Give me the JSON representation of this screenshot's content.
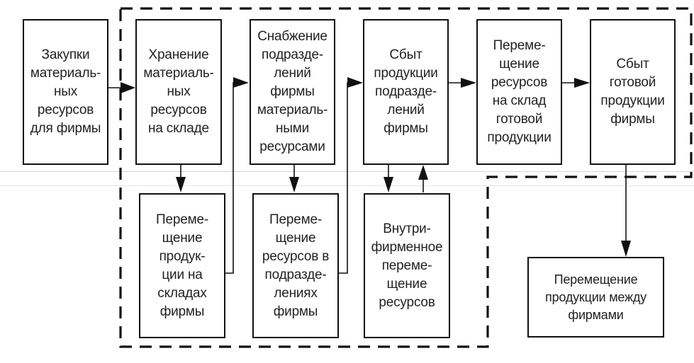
{
  "diagram": {
    "type": "flowchart",
    "top_row": [
      {
        "id": "b1",
        "label": "Закупки\nматериаль-\nных\nресурсов\nдля фирмы"
      },
      {
        "id": "b2",
        "label": "Хранение\nматериаль-\nных\nресурсов\nна складе"
      },
      {
        "id": "b3",
        "label": "Снабжение\nподразде-\nлений\nфирмы\nматериаль-\nными\nресурсами"
      },
      {
        "id": "b4",
        "label": "Сбыт\nпродукции\nподразде-\nлений\nфирмы"
      },
      {
        "id": "b5",
        "label": "Переме-\nщение\nресурсов\nна склад\nготовой\nпродукции"
      },
      {
        "id": "b6",
        "label": "Сбыт\nготовой\nпродукции\nфирмы"
      }
    ],
    "bottom_row": [
      {
        "id": "b7",
        "label": "Переме-\nщение\nпродук-\nции на\nскладах\nфирмы"
      },
      {
        "id": "b8",
        "label": "Переме-\nщение\nресурсов в\nподразде-\nлениях\nфирмы"
      },
      {
        "id": "b9",
        "label": "Внутри-\nфирменное\nпереме-\nщение\nресурсов"
      },
      {
        "id": "b10",
        "label": "Перемещение\nпродукции между\nфирмами"
      }
    ],
    "edges": [
      {
        "from": "b1",
        "to": "b2"
      },
      {
        "from": "b2",
        "to": "b7"
      },
      {
        "from": "b7",
        "to": "b3"
      },
      {
        "from": "b3",
        "to": "b8"
      },
      {
        "from": "b8",
        "to": "b4"
      },
      {
        "from": "b4",
        "to": "b9"
      },
      {
        "from": "b9",
        "to": "b4"
      },
      {
        "from": "b4",
        "to": "b5"
      },
      {
        "from": "b5",
        "to": "b6"
      },
      {
        "from": "b6",
        "to": "b10"
      }
    ],
    "group": {
      "style": "dashed",
      "members": [
        "b2",
        "b3",
        "b4",
        "b5",
        "b6",
        "b7",
        "b8",
        "b9"
      ]
    },
    "colors": {
      "stroke": "#111111",
      "text": "#222222",
      "background": "#ffffff"
    }
  }
}
